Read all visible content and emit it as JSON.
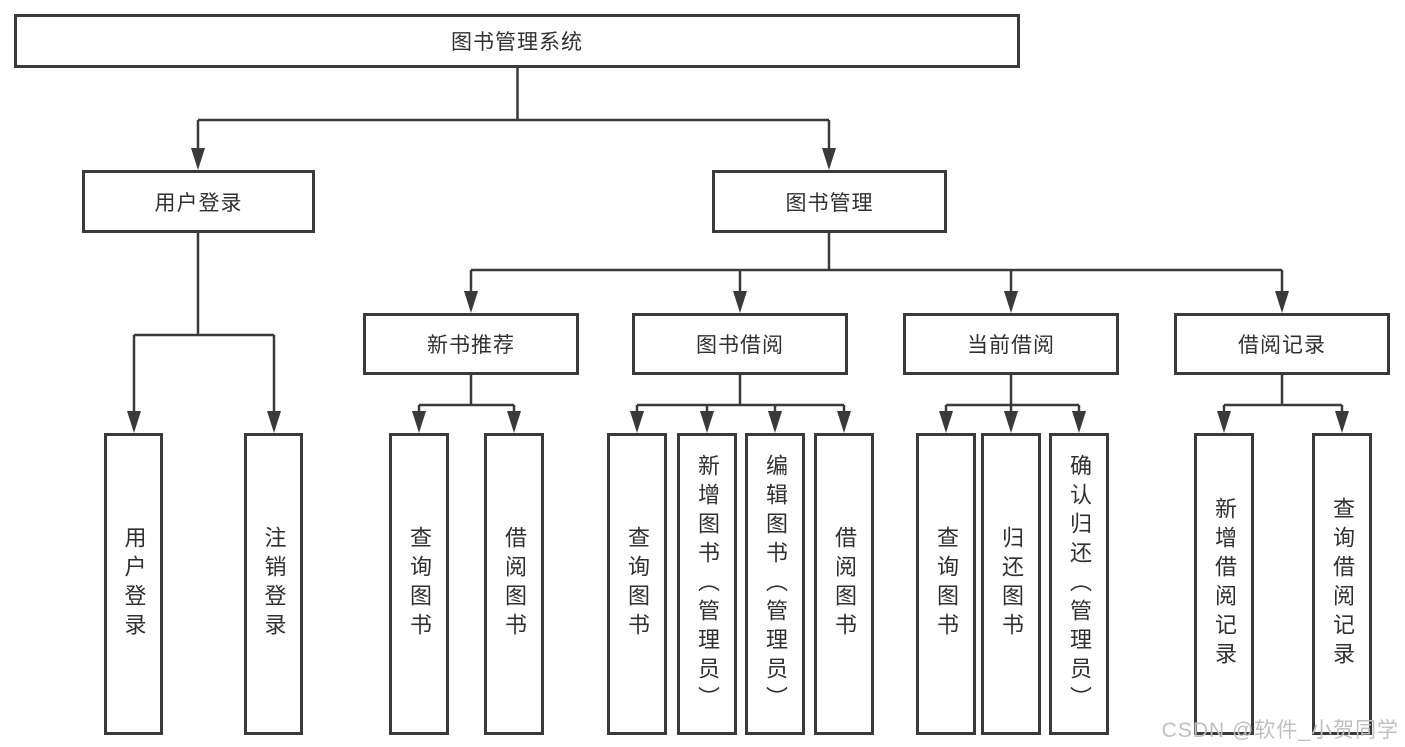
{
  "nodes": {
    "root": "图书管理系统",
    "level2": [
      "用户登录",
      "图书管理"
    ],
    "level3": [
      "新书推荐",
      "图书借阅",
      "当前借阅",
      "借阅记录"
    ],
    "login_children": [
      "用户登录",
      "注销登录"
    ],
    "new_book_children": [
      "查询图书",
      "借阅图书"
    ],
    "borrow_children": [
      "查询图书",
      "新增图书（管理员）",
      "编辑图书（管理员）",
      "借阅图书"
    ],
    "current_children": [
      "查询图书",
      "归还图书",
      "确认归还（管理员）"
    ],
    "record_children": [
      "新增借阅记录",
      "查询借阅记录"
    ]
  },
  "watermark": "CSDN @软件_小贺同学",
  "colors": {
    "line": "#3a3a3a",
    "text": "#303030",
    "watermark": "#bfbfbf",
    "background": "#ffffff"
  }
}
